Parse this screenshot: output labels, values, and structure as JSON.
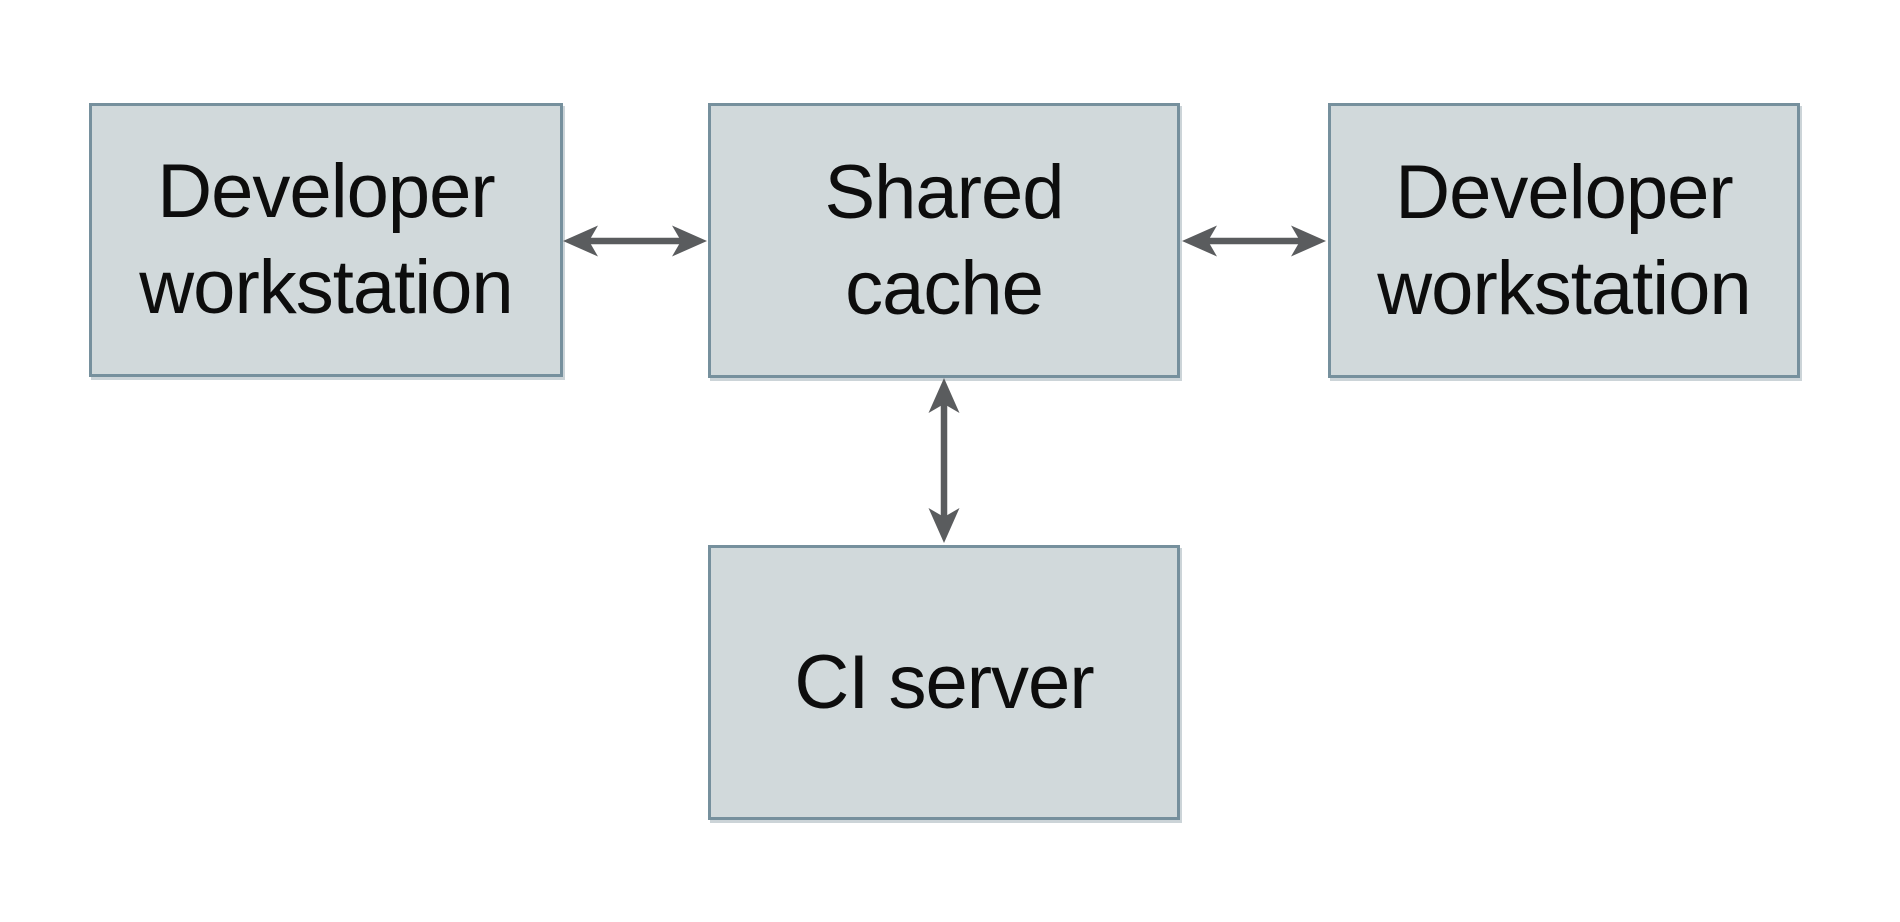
{
  "diagram": {
    "nodes": [
      {
        "id": "developer-workstation-left",
        "label": "Developer\nworkstation"
      },
      {
        "id": "shared-cache",
        "label": "Shared\ncache"
      },
      {
        "id": "developer-workstation-right",
        "label": "Developer\nworkstation"
      },
      {
        "id": "ci-server",
        "label": "CI server"
      }
    ],
    "edges": [
      {
        "from": "developer-workstation-left",
        "to": "shared-cache",
        "direction": "bidirectional",
        "orientation": "horizontal"
      },
      {
        "from": "shared-cache",
        "to": "developer-workstation-right",
        "direction": "bidirectional",
        "orientation": "horizontal"
      },
      {
        "from": "shared-cache",
        "to": "ci-server",
        "direction": "bidirectional",
        "orientation": "vertical"
      }
    ],
    "colors": {
      "background": "#ffffff",
      "node_fill": "#d1d9db",
      "node_border": "#76909d",
      "arrow": "#5a5c5e",
      "text": "#0d0d0d"
    }
  }
}
